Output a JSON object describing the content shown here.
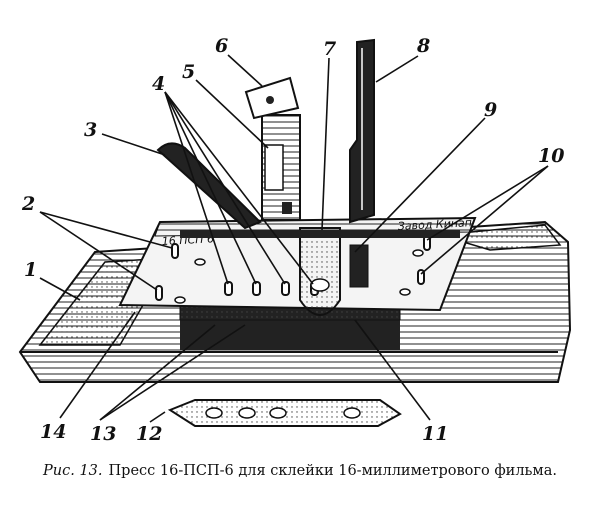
{
  "caption": {
    "figure_label": "Рис. 13.",
    "text": "Пресс 16-ПСП-6 для склейки 16-миллиметрового фильма."
  },
  "device_markings": {
    "model": "16 ПСП 6",
    "maker": "Завод Кинап"
  },
  "callouts": [
    "1",
    "2",
    "3",
    "4",
    "5",
    "6",
    "7",
    "8",
    "9",
    "10",
    "11",
    "12",
    "13",
    "14"
  ]
}
